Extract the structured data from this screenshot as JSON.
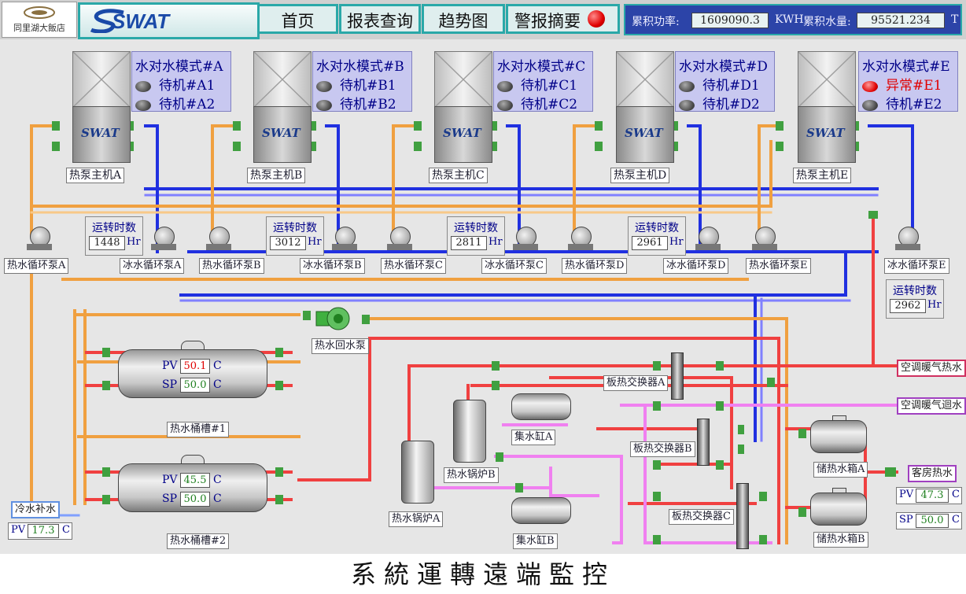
{
  "header": {
    "hotel_name": "同里湖大飯店",
    "brand": "SWAT",
    "nav": [
      "首页",
      "报表查询",
      "趋势图",
      "警报摘要"
    ],
    "power_label": "累积功率:",
    "power_value": "1609090.3",
    "power_unit": "KWH",
    "water_label": "累积水量:",
    "water_value": "95521.234",
    "water_unit": "T"
  },
  "units": [
    {
      "name": "热泵主机A",
      "mode": "水对水模式#A",
      "s1": "待机#A1",
      "s2": "待机#A2",
      "s1_alarm": false
    },
    {
      "name": "热泵主机B",
      "mode": "水对水模式#B",
      "s1": "待机#B1",
      "s2": "待机#B2",
      "s1_alarm": false
    },
    {
      "name": "热泵主机C",
      "mode": "水对水模式#C",
      "s1": "待机#C1",
      "s2": "待机#C2",
      "s1_alarm": false
    },
    {
      "name": "热泵主机D",
      "mode": "水对水模式#D",
      "s1": "待机#D1",
      "s2": "待机#D2",
      "s1_alarm": false
    },
    {
      "name": "热泵主机E",
      "mode": "水对水模式#E",
      "s1": "异常#E1",
      "s2": "待机#E2",
      "s1_alarm": true
    }
  ],
  "runtime_label": "运转时数",
  "runtime_unit": "Hr",
  "runtimes": [
    "1448",
    "3012",
    "2811",
    "2961",
    "2962"
  ],
  "pumps": {
    "hot": [
      "热水循环泵A",
      "热水循环泵B",
      "热水循环泵C",
      "热水循环泵D",
      "热水循环泵E"
    ],
    "cold": [
      "冰水循环泵A",
      "冰水循环泵B",
      "冰水循环泵C",
      "冰水循环泵D",
      "冰水循环泵E"
    ],
    "return": "热水回水泵"
  },
  "tanks": {
    "t1": {
      "name": "热水桶槽#1",
      "pv": "50.1",
      "sp": "50.0"
    },
    "t2": {
      "name": "热水桶槽#2",
      "pv": "45.5",
      "sp": "50.0"
    },
    "pv_label": "PV",
    "sp_label": "SP",
    "unit": "C"
  },
  "cold_makeup": {
    "label": "冷水补水",
    "pv": "17.3",
    "pv_label": "PV",
    "unit": "C"
  },
  "equipment": {
    "boiler_a": "热水锅炉A",
    "boiler_b": "热水锅炉B",
    "header_a": "集水缸A",
    "header_b": "集水缸B",
    "hx_a": "板热交换器A",
    "hx_b": "板热交换器B",
    "hx_c": "板热交换器C",
    "store_a": "储热水箱A",
    "store_b": "储热水箱B"
  },
  "outputs": {
    "ac_supply": "空调暖气热水",
    "ac_return": "空调暖气迴水",
    "guest": "客房热水"
  },
  "guest_pv": {
    "pv_label": "PV",
    "sp_label": "SP",
    "pv": "47.3",
    "sp": "50.0",
    "unit": "C"
  },
  "caption": "系統運轉遠端監控",
  "colors": {
    "orange_pipe": "#f0a040",
    "blue_pipe": "#2030e0",
    "red_pipe": "#f04040",
    "pink_pipe": "#f080f0",
    "alarm": "#e00000"
  }
}
